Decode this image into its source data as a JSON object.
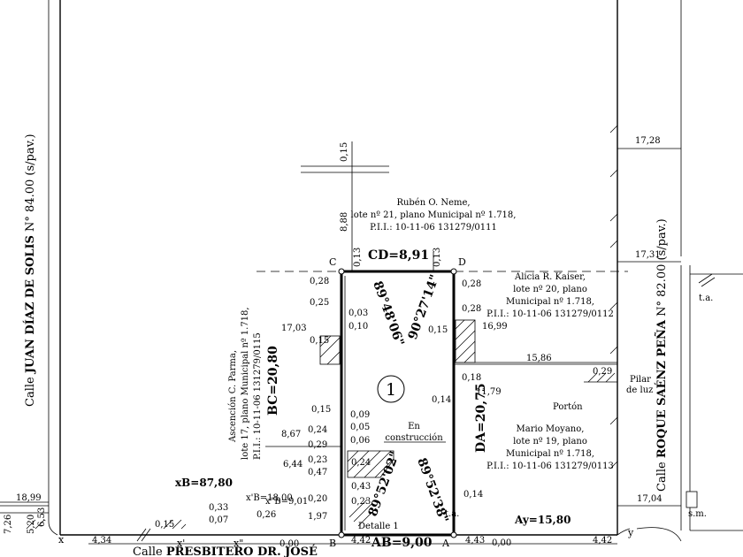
{
  "streets": {
    "left_prefix": "Calle ",
    "left_name": "JUAN DÍAZ DE SOLIS",
    "left_suffix": " N° 84.00 (s/pav.)",
    "right_prefix": "Calle ",
    "right_name": "ROQUE SAÉNZ PEÑA",
    "right_suffix": " N° 82.00 (s/pav.)",
    "bottom_prefix": "Calle ",
    "bottom_name": "PRESBITERO DR. JOSÉ"
  },
  "lot": {
    "number": "1",
    "status_line1": "En",
    "status_line2": "construcción",
    "detail_label": "Detalle 1"
  },
  "vertices": {
    "a": "A",
    "b": "B",
    "c": "C",
    "d": "D"
  },
  "sides": {
    "ab": "AB=9,00",
    "bc": "BC=20,80",
    "cd": "CD=8,91",
    "da": "DA=20,75"
  },
  "angles": {
    "c": "89°48'06\"",
    "d": "90°27'14\"",
    "b": "89°52'02\"",
    "a": "89°52'38\""
  },
  "neighbors": {
    "north": [
      "Rubén O. Neme,",
      "lote nº 21, plano Municipal nº 1.718,",
      "P.I.I.: 10-11-06 131279/0111"
    ],
    "east_upper": [
      "Alicia R. Kaiser,",
      "lote nº 20, plano",
      "Municipal nº 1.718,",
      "P.I.I.: 10-11-06 131279/0112"
    ],
    "east_lower": [
      "Mario Moyano,",
      "lote nº 19, plano",
      "Municipal nº 1.718,",
      "P.I.I.: 10-11-06 131279/0113"
    ],
    "west": [
      "Ascención C. Parma,",
      "lote 17, plano Municipal nº 1.718,",
      "P.I.I.: 10-11-06 131279/0115"
    ]
  },
  "dims": {
    "top_015": "0,15",
    "top_888": "8,88",
    "c_013": "0,13",
    "d_013": "0,13",
    "r_1728": "17,28",
    "r_1731": "17,31",
    "r_1586": "15,86",
    "r_029": "0,29",
    "r_1704": "17,04",
    "e_028a": "0,28",
    "e_028b": "0,28",
    "e_015": "0,15",
    "e_1699": "16,99",
    "e_018": "0,18",
    "e_014a": "0,14",
    "e_1179": "11,79",
    "e_014b": "0,14",
    "w_028": "0,28",
    "w_025": "0,25",
    "w_003": "0,03",
    "w_1703": "17,03",
    "w_010": "0,10",
    "w_015a": "0,15",
    "w_015b": "0,15",
    "w_009": "0,09",
    "w_024a": "0,24",
    "w_005": "0,05",
    "w_867": "8,67",
    "w_006": "0,06",
    "w_029": "0,29",
    "w_023a": "0,23",
    "w_024b": "0,24",
    "w_644": "6,44",
    "w_047": "0,47",
    "w_043": "0,43",
    "w_020": "0,20",
    "w_023b": "0,23",
    "w_197": "1,97",
    "x_1899": "18,99",
    "x_653": "6,53",
    "x_520": "5,20",
    "x_726": "7,26",
    "x_434": "4,34",
    "x_015": "0,15",
    "x_033": "0,33",
    "x_007": "0,07",
    "x_026": "0,26",
    "x_000a": "0,00",
    "x_442a": "4,42",
    "x_443": "4,43",
    "x_000b": "0,00",
    "x_442b": "4,42"
  },
  "coords": {
    "xB": "xB=87,80",
    "xpB": "x'B=18,00",
    "xppB": "x\"B=9,01",
    "Ay": "Ay=15,80"
  },
  "points": {
    "x": "x",
    "xp": "x'",
    "xpp": "x\"",
    "y": "y"
  },
  "labels": {
    "porton": "Portón",
    "pilar1": "Pilar",
    "pilar2": "de luz",
    "ta1": "t.a.",
    "ta2": "t.a.",
    "sm": "s.m."
  }
}
